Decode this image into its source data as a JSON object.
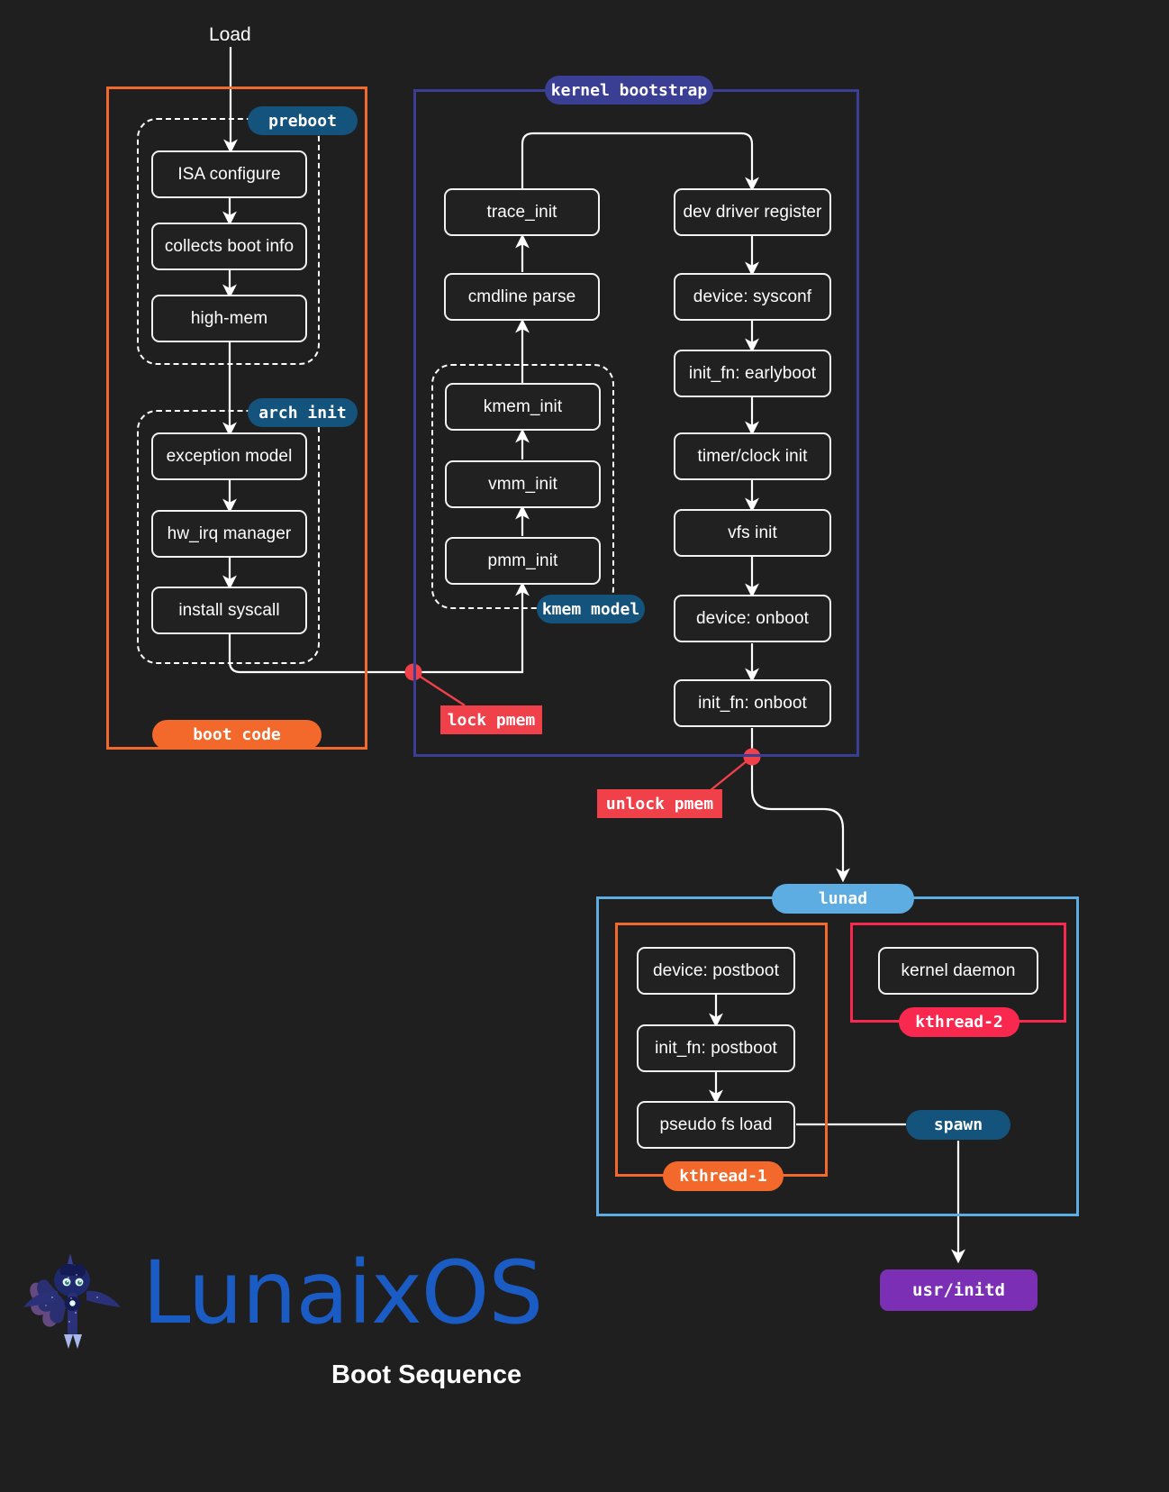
{
  "meta": {
    "title": "LunaixOS Boot Sequence",
    "background": "#1f1f1f"
  },
  "colors": {
    "node_border": "#f2f2f2",
    "boot_code_orange": "#f2692b",
    "kernel_bootstrap_navy": "#3b3f94",
    "lunad_sky": "#5dade2",
    "kthread2_pink": "#f8284e",
    "tag_steel_blue": "#14537c",
    "lock_red": "#f0404a",
    "initd_purple": "#7b2fb5",
    "logo_blue": "#1b5bc4"
  },
  "entry": {
    "load_label": "Load"
  },
  "groups": {
    "boot_code": {
      "label": "boot code"
    },
    "preboot": {
      "label": "preboot"
    },
    "arch_init": {
      "label": "arch init"
    },
    "kernel_bootstrap": {
      "label": "kernel bootstrap"
    },
    "kmem_model": {
      "label": "kmem model"
    },
    "lunad": {
      "label": "lunad"
    },
    "kthread1": {
      "label": "kthread-1"
    },
    "kthread2": {
      "label": "kthread-2"
    }
  },
  "nodes": {
    "preboot": [
      {
        "id": "isa-configure",
        "label": "ISA configure"
      },
      {
        "id": "collects-boot-info",
        "label": "collects boot info"
      },
      {
        "id": "high-mem",
        "label": "high-mem"
      }
    ],
    "arch_init": [
      {
        "id": "exception-model",
        "label": "exception model"
      },
      {
        "id": "hw-irq-manager",
        "label": "hw_irq manager"
      },
      {
        "id": "install-syscall",
        "label": "install syscall"
      }
    ],
    "kernel_left": [
      {
        "id": "trace-init",
        "label": "trace_init"
      },
      {
        "id": "cmdline-parse",
        "label": "cmdline parse"
      }
    ],
    "kmem_model": [
      {
        "id": "kmem-init",
        "label": "kmem_init"
      },
      {
        "id": "vmm-init",
        "label": "vmm_init"
      },
      {
        "id": "pmm-init",
        "label": "pmm_init"
      }
    ],
    "kernel_right": [
      {
        "id": "dev-driver-register",
        "label": "dev driver register"
      },
      {
        "id": "device-sysconf",
        "label": "device: sysconf"
      },
      {
        "id": "init-fn-earlyboot",
        "label": "init_fn: earlyboot"
      },
      {
        "id": "timer-clock-init",
        "label": "timer/clock init"
      },
      {
        "id": "vfs-init",
        "label": "vfs init"
      },
      {
        "id": "device-onboot",
        "label": "device: onboot"
      },
      {
        "id": "init-fn-onboot",
        "label": "init_fn: onboot"
      }
    ],
    "kthread1": [
      {
        "id": "device-postboot",
        "label": "device: postboot"
      },
      {
        "id": "init-fn-postboot",
        "label": "init_fn: postboot"
      },
      {
        "id": "pseudo-fs-load",
        "label": "pseudo fs load"
      }
    ],
    "kthread2": [
      {
        "id": "kernel-daemon",
        "label": "kernel daemon"
      }
    ]
  },
  "annotations": {
    "lock_pmem": "lock pmem",
    "unlock_pmem": "unlock pmem",
    "spawn": "spawn",
    "usr_initd": "usr/initd"
  },
  "footer": {
    "logo_text": "LunaixOS",
    "subtitle": "Boot Sequence"
  }
}
